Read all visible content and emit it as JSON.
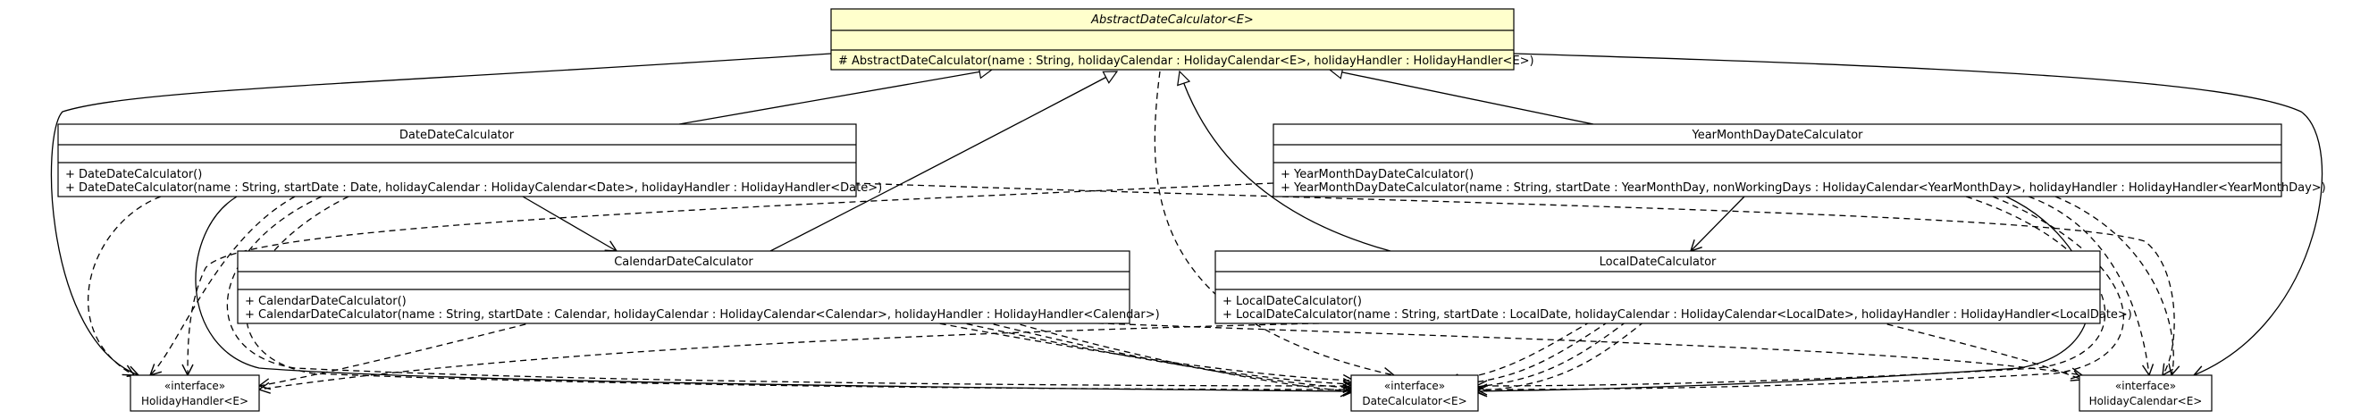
{
  "diagram": {
    "classes": {
      "abstract_calc": {
        "name": "AbstractDateCalculator<E>",
        "ops": [
          "# AbstractDateCalculator(name : String, holidayCalendar : HolidayCalendar<E>, holidayHandler : HolidayHandler<E>)"
        ]
      },
      "date_calc": {
        "name": "DateDateCalculator",
        "ops": [
          "+ DateDateCalculator()",
          "+ DateDateCalculator(name : String, startDate : Date, holidayCalendar : HolidayCalendar<Date>, holidayHandler : HolidayHandler<Date>)"
        ]
      },
      "ymd_calc": {
        "name": "YearMonthDayDateCalculator",
        "ops": [
          "+ YearMonthDayDateCalculator()",
          "+ YearMonthDayDateCalculator(name : String, startDate : YearMonthDay, nonWorkingDays : HolidayCalendar<YearMonthDay>, holidayHandler : HolidayHandler<YearMonthDay>)"
        ]
      },
      "calendar_calc": {
        "name": "CalendarDateCalculator",
        "ops": [
          "+ CalendarDateCalculator()",
          "+ CalendarDateCalculator(name : String, startDate : Calendar, holidayCalendar : HolidayCalendar<Calendar>, holidayHandler : HolidayHandler<Calendar>)"
        ]
      },
      "local_calc": {
        "name": "LocalDateCalculator",
        "ops": [
          "+ LocalDateCalculator()",
          "+ LocalDateCalculator(name : String, startDate : LocalDate, holidayCalendar : HolidayCalendar<LocalDate>, holidayHandler : HolidayHandler<LocalDate>)"
        ]
      }
    },
    "interfaces": {
      "holiday_handler": {
        "stereotype": "«interface»",
        "name": "HolidayHandler<E>"
      },
      "date_calculator": {
        "stereotype": "«interface»",
        "name": "DateCalculator<E>"
      },
      "holiday_calendar": {
        "stereotype": "«interface»",
        "name": "HolidayCalendar<E>"
      }
    },
    "colors": {
      "abstract_fill": "#ffffcc",
      "class_fill": "#ffffff",
      "line": "#000000"
    }
  }
}
